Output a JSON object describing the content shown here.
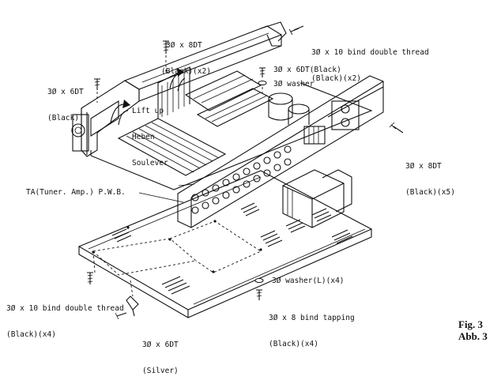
{
  "labels": {
    "screw_8dt_top": [
      "3Ø x 8DT",
      "(Black)(x2)"
    ],
    "screw_6dt_left": [
      "3Ø x 6DT",
      "(Black)"
    ],
    "lift_up": [
      "Lift up",
      "Heben",
      "Soulever"
    ],
    "bind_top": [
      "3Ø x 10 bind double thread",
      "(Black)(x2)"
    ],
    "screw_6dt_black": "3Ø x 6DT(Black)",
    "washer": "3Ø washer",
    "screw_8dt_right": [
      "3Ø x 8DT",
      "(Black)(x5)"
    ],
    "pwb": "TA(Tuner. Amp.) P.W.B.",
    "bind_bottom": [
      "3Ø x 10 bind double thread",
      "(Black)(x4)"
    ],
    "washer_l": "3Ø washer(L)(x4)",
    "bind_tapping": [
      "3Ø x 8 bind tapping",
      "(Black)(x4)"
    ],
    "screw_6dt_silver": [
      "3Ø x 6DT",
      "(Silver)"
    ]
  },
  "figure": {
    "fig_en": "Fig. 3",
    "fig_de": "Abb. 3"
  }
}
